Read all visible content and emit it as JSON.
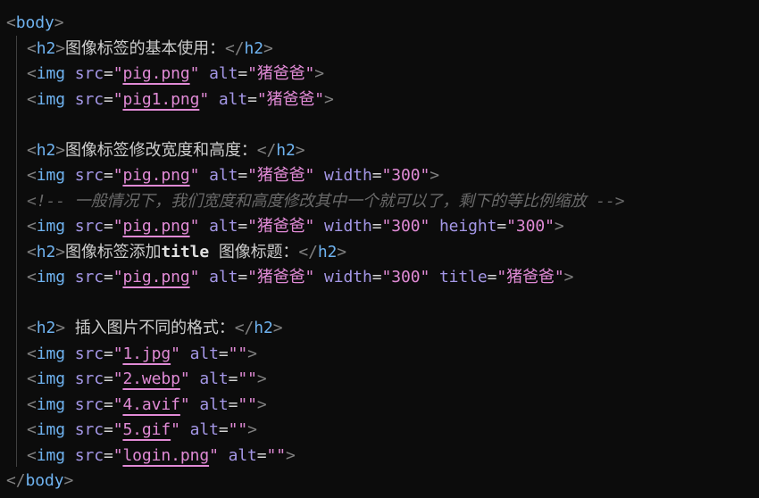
{
  "editor": {
    "language": "html",
    "lines": [
      {
        "type": "open_body",
        "tag": "body"
      },
      {
        "type": "h2",
        "text": "图像标签的基本使用："
      },
      {
        "type": "img",
        "src": "pig.png",
        "alt": "猪爸爸"
      },
      {
        "type": "img",
        "src": "pig1.png",
        "alt": "猪爸爸"
      },
      {
        "type": "blank"
      },
      {
        "type": "h2",
        "text": "图像标签修改宽度和高度："
      },
      {
        "type": "img",
        "src": "pig.png",
        "alt": "猪爸爸",
        "width": "300"
      },
      {
        "type": "comment",
        "text": "<!-- 一般情况下，我们宽度和高度修改其中一个就可以了，剩下的等比例缩放 -->"
      },
      {
        "type": "img",
        "src": "pig.png",
        "alt": "猪爸爸",
        "width": "300",
        "height": "300"
      },
      {
        "type": "h2",
        "text_before": "图像标签添加",
        "text_bold": "title",
        "text_after": " 图像标题："
      },
      {
        "type": "img",
        "src": "pig.png",
        "alt": "猪爸爸",
        "width": "300",
        "title": "猪爸爸"
      },
      {
        "type": "blank"
      },
      {
        "type": "h2",
        "text": " 插入图片不同的格式："
      },
      {
        "type": "img",
        "src": "1.jpg",
        "alt": ""
      },
      {
        "type": "img",
        "src": "2.webp",
        "alt": ""
      },
      {
        "type": "img",
        "src": "4.avif",
        "alt": ""
      },
      {
        "type": "img",
        "src": "5.gif",
        "alt": ""
      },
      {
        "type": "img",
        "src": "login.png",
        "alt": ""
      },
      {
        "type": "close_body",
        "tag": "body"
      }
    ],
    "tokens": {
      "lt": "<",
      "gt": ">",
      "close_lt": "</",
      "eq": "=",
      "quote": "\"",
      "space": " ",
      "tag_body": "body",
      "tag_h2": "h2",
      "tag_img": "img",
      "attr_src": "src",
      "attr_alt": "alt",
      "attr_width": "width",
      "attr_height": "height",
      "attr_title": "title"
    },
    "colors": {
      "background": "#0c0c0c",
      "tag": "#6fb3f0",
      "attribute": "#a497e6",
      "string": "#e08ad5",
      "punctuation": "#808080",
      "text": "#cccccc",
      "comment": "#6a6a6a",
      "indent_guide": "#404040"
    }
  }
}
